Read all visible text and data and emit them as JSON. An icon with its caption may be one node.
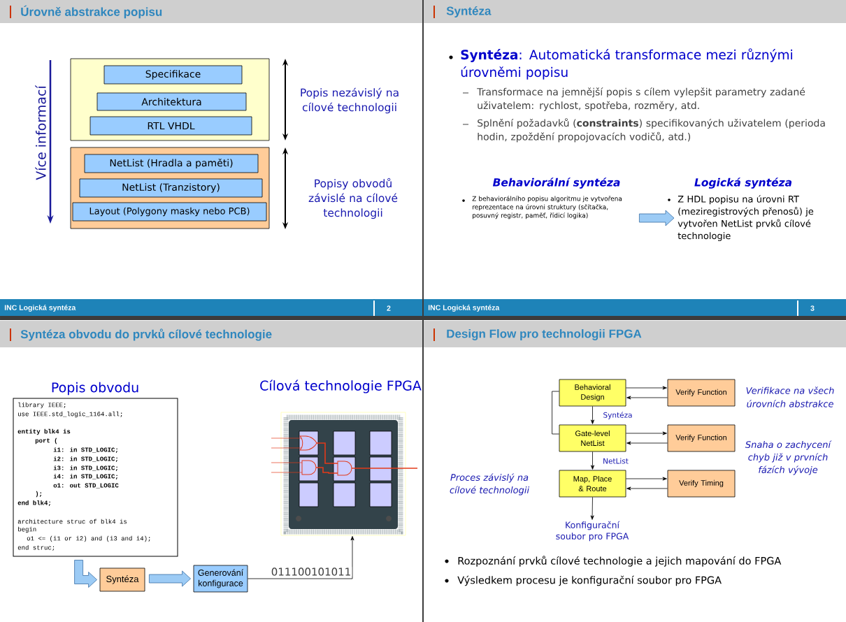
{
  "diagram": {
    "nodes": [
      {
        "text": [],
        "shape": "box"
      },
      {
        "text": [
          "Specifikace"
        ],
        "in": 0
      },
      {
        "text": [
          "Architektura"
        ],
        "in": 0
      },
      {
        "text": [
          "RTL VHDL"
        ],
        "in": 0
      },
      {
        "text": [],
        "shape": "box"
      },
      {
        "text": [
          "NetList (Hradla a paměti)"
        ],
        "in": 4
      },
      {
        "text": [
          "NetList (Tranzistory)"
        ],
        "in": 4
      },
      {
        "text": [
          "Layout (Polygony masky nebo PCB)"
        ],
        "in": 4
      },
      {
        "text": [
          "Behaviorální syntéza",
          "Z behaviorálního popisu algoritmu je vytvořena reprezentace na úrovni struktury (sčítačka, posuvný registr, paměť, řídicí logika)"
        ]
      },
      {
        "text": [
          "Logická syntéza",
          "Z HDL popisu na úrovni RT (meziregistrových přenosů) je vytvořen NetList prvků cílové technologie"
        ]
      },
      {
        "text": [
          "Popis obvodu",
          "library IEEE;",
          "use IEEE.std_logic_1164.all;",
          "entity blk4 is",
          "port (",
          "i1: in STD_LOGIC;",
          "i2: in STD_LOGIC;",
          "i3: in STD_LOGIC;",
          "i4: in STD_LOGIC;",
          "o1: out STD_LOGIC",
          ");",
          "end blk4;",
          "architecture struc of blk4 is",
          "begin",
          "o1 <= (i1 or i2) and (i3 and i4);",
          "end struc;"
        ]
      },
      {
        "text": [
          "Syntéza"
        ]
      },
      {
        "text": [
          "Generování konfigurace"
        ]
      },
      {
        "text": [
          "Cílová technologie FPGA"
        ]
      },
      {
        "text": [
          "Behavioral Design"
        ]
      },
      {
        "text": [
          "Verify Function"
        ]
      },
      {
        "text": [
          "Gate-level NetList"
        ]
      },
      {
        "text": [
          "Verify Function"
        ]
      },
      {
        "text": [
          "Map, Place & Route"
        ]
      },
      {
        "text": [
          "Verify Timing"
        ]
      },
      {
        "text": [
          "Konfigurační soubor pro FPGA"
        ]
      }
    ],
    "edges": [
      {
        "from": 8,
        "to": 9,
        "arrow": "to",
        "style": "thick"
      },
      {
        "from": 10,
        "to": 11,
        "arrow": "to",
        "style": "thick"
      },
      {
        "from": 11,
        "to": 12,
        "arrow": "to",
        "style": "thick"
      },
      {
        "from": 12,
        "to": 13,
        "arrow": "to",
        "label": "011100101011"
      },
      {
        "from": 14,
        "to": 15,
        "arrow": "to"
      },
      {
        "from": 15,
        "to": 14,
        "arrow": "to"
      },
      {
        "from": 14,
        "to": 16,
        "arrow": "to",
        "label": "Syntéza"
      },
      {
        "from": 14,
        "to": 16,
        "arrow": "none"
      },
      {
        "from": 16,
        "to": 17,
        "arrow": "to"
      },
      {
        "from": 17,
        "to": 16,
        "arrow": "to"
      },
      {
        "from": 16,
        "to": 18,
        "arrow": "to",
        "label": "NetList"
      },
      {
        "from": 18,
        "to": 19,
        "arrow": "to"
      },
      {
        "from": 19,
        "to": 18,
        "arrow": "to"
      },
      {
        "from": 18,
        "to": 20,
        "arrow": "to"
      }
    ],
    "labels": [
      "Úrovně abstrakce popisu",
      "Více informací",
      "Popis nezávislý na cílové technologii",
      "Popisy obvodů závislé na cílové technologii",
      "INC Logická syntéza",
      "2",
      "Syntéza",
      "**Syntéza**: Automatická transformace mezi různými úrovněmi popisu",
      "Transformace na jemnější popis s cílem vylepšit parametry zadané uživatelem: rychlost, spotřeba, rozměry, atd.",
      "Splnění požadavků (**constraints**) specifikovaných uživatelem (perioda hodin, zpoždění propojovacích vodičů, atd.)",
      "INC Logická syntéza",
      "3",
      "Syntéza obvodu do prvků cílové technologie",
      "Design Flow pro technologii FPGA",
      "Verifikace na všech úrovních abstrakce",
      "Snaha o zachycení chyb již v prvních fázích vývoje",
      "Proces závislý na cílové technologii",
      "Rozpoznání prvků cílové technologie a jejich mapování do FPGA",
      "Výsledkem procesu je konfigurační soubor pro FPGA"
    ]
  }
}
